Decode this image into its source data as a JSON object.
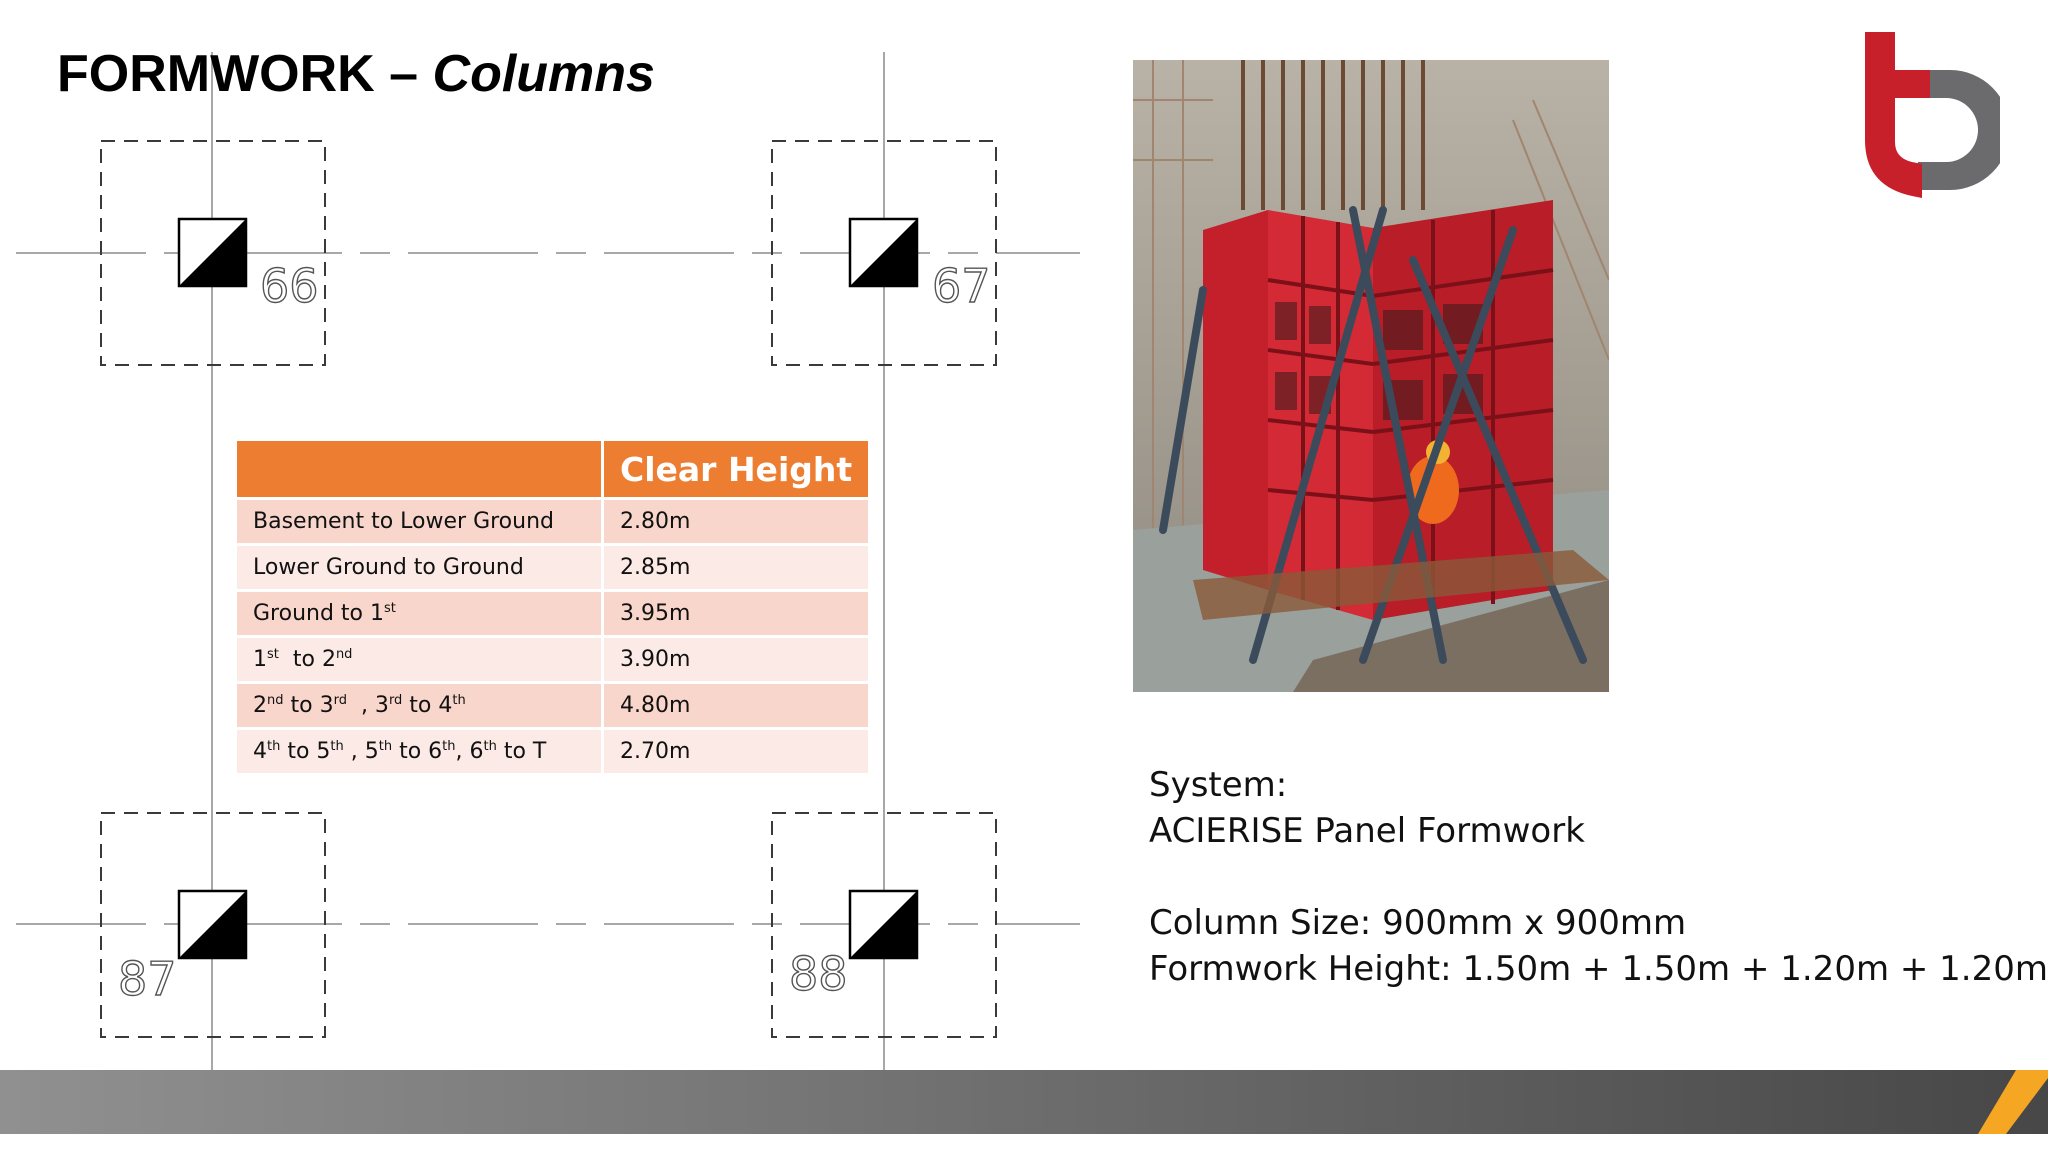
{
  "title": {
    "main": "FORMWORK – ",
    "italic": "Columns"
  },
  "plan": {
    "grid_labels": [
      "66",
      "67",
      "87",
      "88"
    ]
  },
  "table": {
    "header": {
      "col1": "",
      "col2": "Clear Height"
    },
    "rows": [
      {
        "level": "Basement to Lower Ground",
        "height": "2.80m"
      },
      {
        "level": "Lower Ground to Ground",
        "height": "2.85m"
      },
      {
        "level": "Ground to 1st",
        "height": "3.95m"
      },
      {
        "level": "1st  to 2nd",
        "height": "3.90m"
      },
      {
        "level": "2nd to 3rd  , 3rd to 4th",
        "height": "4.80m"
      },
      {
        "level": "4th to 5th , 5th to 6th, 6th to T",
        "height": "2.70m"
      }
    ]
  },
  "photo": {
    "subject": "red column formwork panels with steel props on site"
  },
  "info": {
    "system_label": "System:",
    "system_value": "ACIERISE Panel Formwork",
    "column_size": "Column Size: 900mm x 900mm",
    "formwork_height": "Formwork Height: 1.50m + 1.50m + 1.20m + 1.20m"
  },
  "brand": {
    "red": "#C8202A",
    "grey": "#6B6B6D",
    "orange": "#ED7D31",
    "stripe": "#F5A623"
  },
  "icons": [
    "column-symbol-icon",
    "company-logo-icon",
    "footer-stripe-icon"
  ]
}
